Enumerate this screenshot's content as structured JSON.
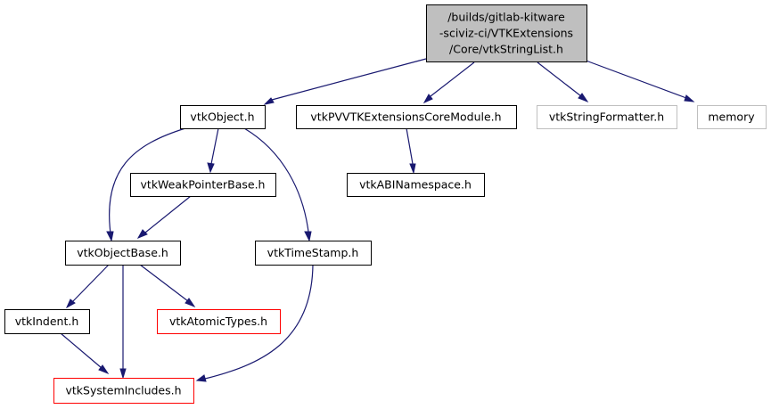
{
  "graph": {
    "title": "Include dependency graph for vtkStringList.h",
    "colors": {
      "edge": "#191970",
      "root_fill": "#bfbfbf",
      "normal_border": "#000000",
      "external_border": "#bfbfbf",
      "missing_border": "#ff0000"
    },
    "nodes": [
      {
        "id": "root",
        "lines": [
          "/builds/gitlab-kitware",
          "-sciviz-ci/VTKExtensions",
          "/Core/vtkStringList.h"
        ],
        "kind": "root"
      },
      {
        "id": "vtkObject",
        "lines": [
          "vtkObject.h"
        ],
        "kind": "normal"
      },
      {
        "id": "vtkPVVTKExtensionsCoreModule",
        "lines": [
          "vtkPVVTKExtensionsCoreModule.h"
        ],
        "kind": "normal"
      },
      {
        "id": "vtkStringFormatter",
        "lines": [
          "vtkStringFormatter.h"
        ],
        "kind": "external"
      },
      {
        "id": "memory",
        "lines": [
          "memory"
        ],
        "kind": "external"
      },
      {
        "id": "vtkWeakPointerBase",
        "lines": [
          "vtkWeakPointerBase.h"
        ],
        "kind": "normal"
      },
      {
        "id": "vtkABINamespace",
        "lines": [
          "vtkABINamespace.h"
        ],
        "kind": "normal"
      },
      {
        "id": "vtkObjectBase",
        "lines": [
          "vtkObjectBase.h"
        ],
        "kind": "normal"
      },
      {
        "id": "vtkTimeStamp",
        "lines": [
          "vtkTimeStamp.h"
        ],
        "kind": "normal"
      },
      {
        "id": "vtkIndent",
        "lines": [
          "vtkIndent.h"
        ],
        "kind": "normal"
      },
      {
        "id": "vtkAtomicTypes",
        "lines": [
          "vtkAtomicTypes.h"
        ],
        "kind": "missing"
      },
      {
        "id": "vtkSystemIncludes",
        "lines": [
          "vtkSystemIncludes.h"
        ],
        "kind": "missing"
      }
    ],
    "edges": [
      {
        "from": "root",
        "to": "vtkObject"
      },
      {
        "from": "root",
        "to": "vtkPVVTKExtensionsCoreModule"
      },
      {
        "from": "root",
        "to": "vtkStringFormatter"
      },
      {
        "from": "root",
        "to": "memory"
      },
      {
        "from": "vtkObject",
        "to": "vtkObjectBase"
      },
      {
        "from": "vtkObject",
        "to": "vtkWeakPointerBase"
      },
      {
        "from": "vtkObject",
        "to": "vtkTimeStamp"
      },
      {
        "from": "vtkPVVTKExtensionsCoreModule",
        "to": "vtkABINamespace"
      },
      {
        "from": "vtkWeakPointerBase",
        "to": "vtkObjectBase"
      },
      {
        "from": "vtkObjectBase",
        "to": "vtkIndent"
      },
      {
        "from": "vtkObjectBase",
        "to": "vtkSystemIncludes"
      },
      {
        "from": "vtkObjectBase",
        "to": "vtkAtomicTypes"
      },
      {
        "from": "vtkTimeStamp",
        "to": "vtkSystemIncludes"
      },
      {
        "from": "vtkIndent",
        "to": "vtkSystemIncludes"
      }
    ]
  }
}
